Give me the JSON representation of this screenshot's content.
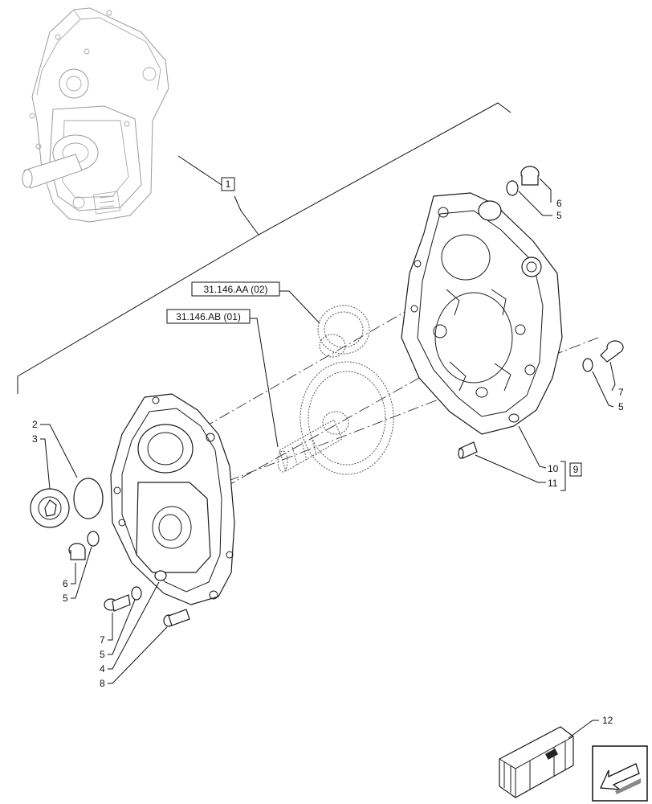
{
  "callouts": {
    "c1": "1",
    "c2": "2",
    "c3": "3",
    "c4": "4",
    "c5a": "5",
    "c5b": "5",
    "c5c": "5",
    "c5d": "5",
    "c6a": "6",
    "c6b": "6",
    "c7a": "7",
    "c7b": "7",
    "c8": "8",
    "c9": "9",
    "c10": "10",
    "c11": "11",
    "c12": "12"
  },
  "references": {
    "ref_aa": "31.146.AA (02)",
    "ref_ab": "31.146.AB (01)"
  },
  "icons": {
    "assembly": "gearbox-assembly-thumbnail",
    "kit": "parts-kit-crate-icon",
    "navigation": "arrow-back-icon"
  }
}
